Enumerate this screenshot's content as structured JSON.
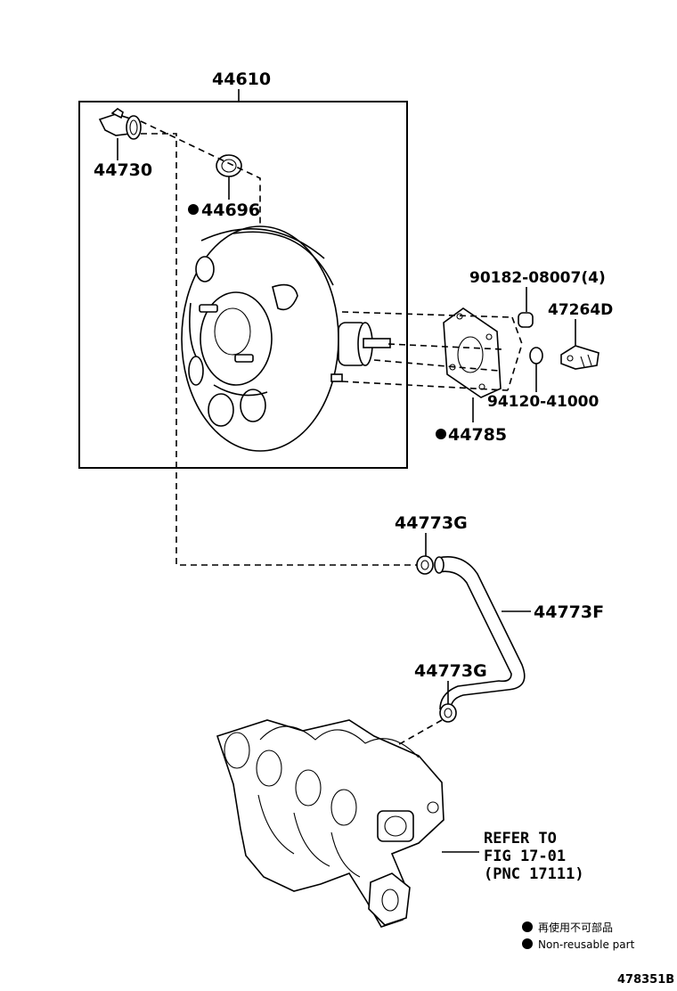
{
  "callouts": {
    "booster_assembly": "44610",
    "check_valve": "44730",
    "grommet": "44696",
    "gasket": "44785",
    "nut": "90182-08007(4)",
    "washer_nut": "94120-41000",
    "bracket": "47264D",
    "clip_upper": "44773G",
    "hose": "44773F",
    "clip_lower": "44773G"
  },
  "reference": {
    "line1": "REFER TO",
    "line2": "FIG 17-01",
    "line3": "(PNC 17111)"
  },
  "legend": {
    "line1": "再使用不可部品",
    "line2": "Non-reusable part"
  },
  "figure_number": "478351B",
  "non_reusable_marker": "●"
}
